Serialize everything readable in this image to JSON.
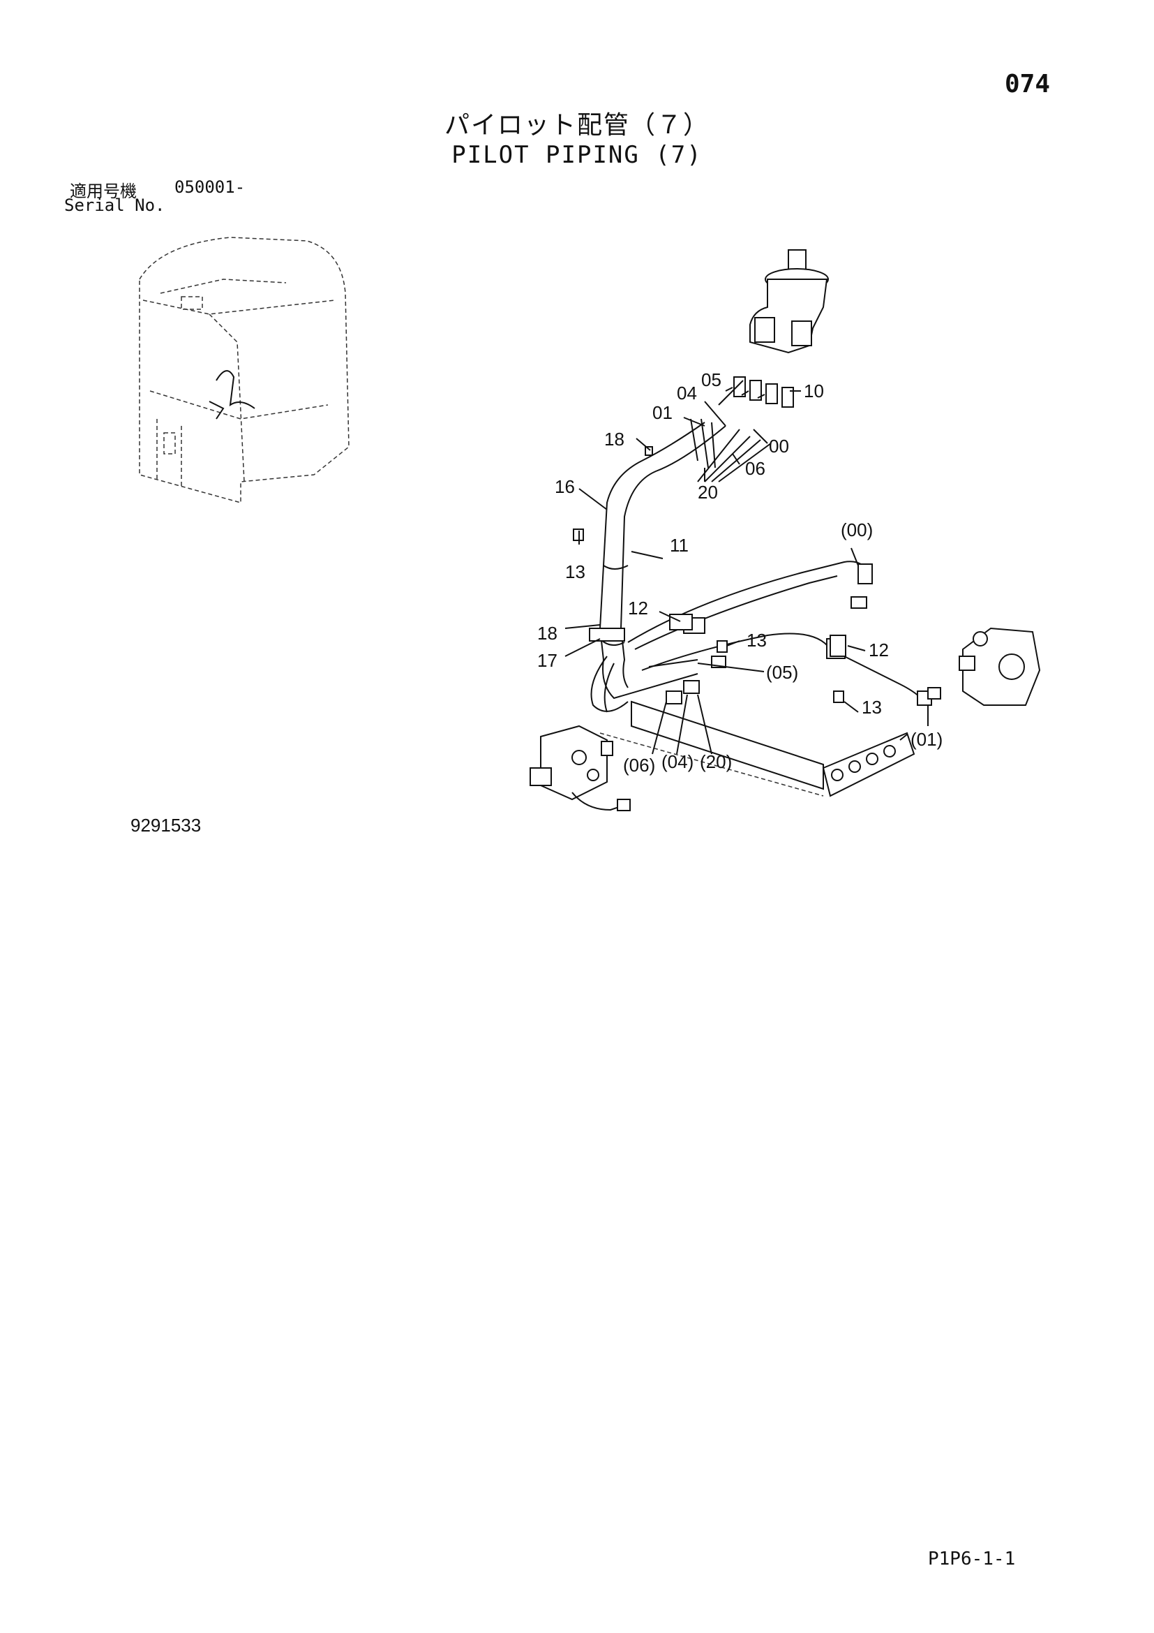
{
  "header": {
    "page_number": "074",
    "title_jp": "パイロット配管（７）",
    "title_en": "PILOT PIPING (7)",
    "serial_label_jp": "適用号機",
    "serial_value": "050001-",
    "serial_label_en": "Serial No."
  },
  "diagram": {
    "callouts": {
      "c10": "10",
      "c05": "05",
      "c04": "04",
      "c01": "01",
      "c18a": "18",
      "c00": "00",
      "c06": "06",
      "c20": "20",
      "c16": "16",
      "c11": "11",
      "c13a": "13",
      "c00p": "(00)",
      "c12a": "12",
      "c18b": "18",
      "c17": "17",
      "c13b": "13",
      "c12b": "12",
      "c05p": "(05)",
      "c13c": "13",
      "c01p": "(01)",
      "c06p": "(06)",
      "c04p": "(04)",
      "c20p": "(20)"
    }
  },
  "footer": {
    "drawing_number": "9291533",
    "page_code": "P1P6-1-1"
  }
}
